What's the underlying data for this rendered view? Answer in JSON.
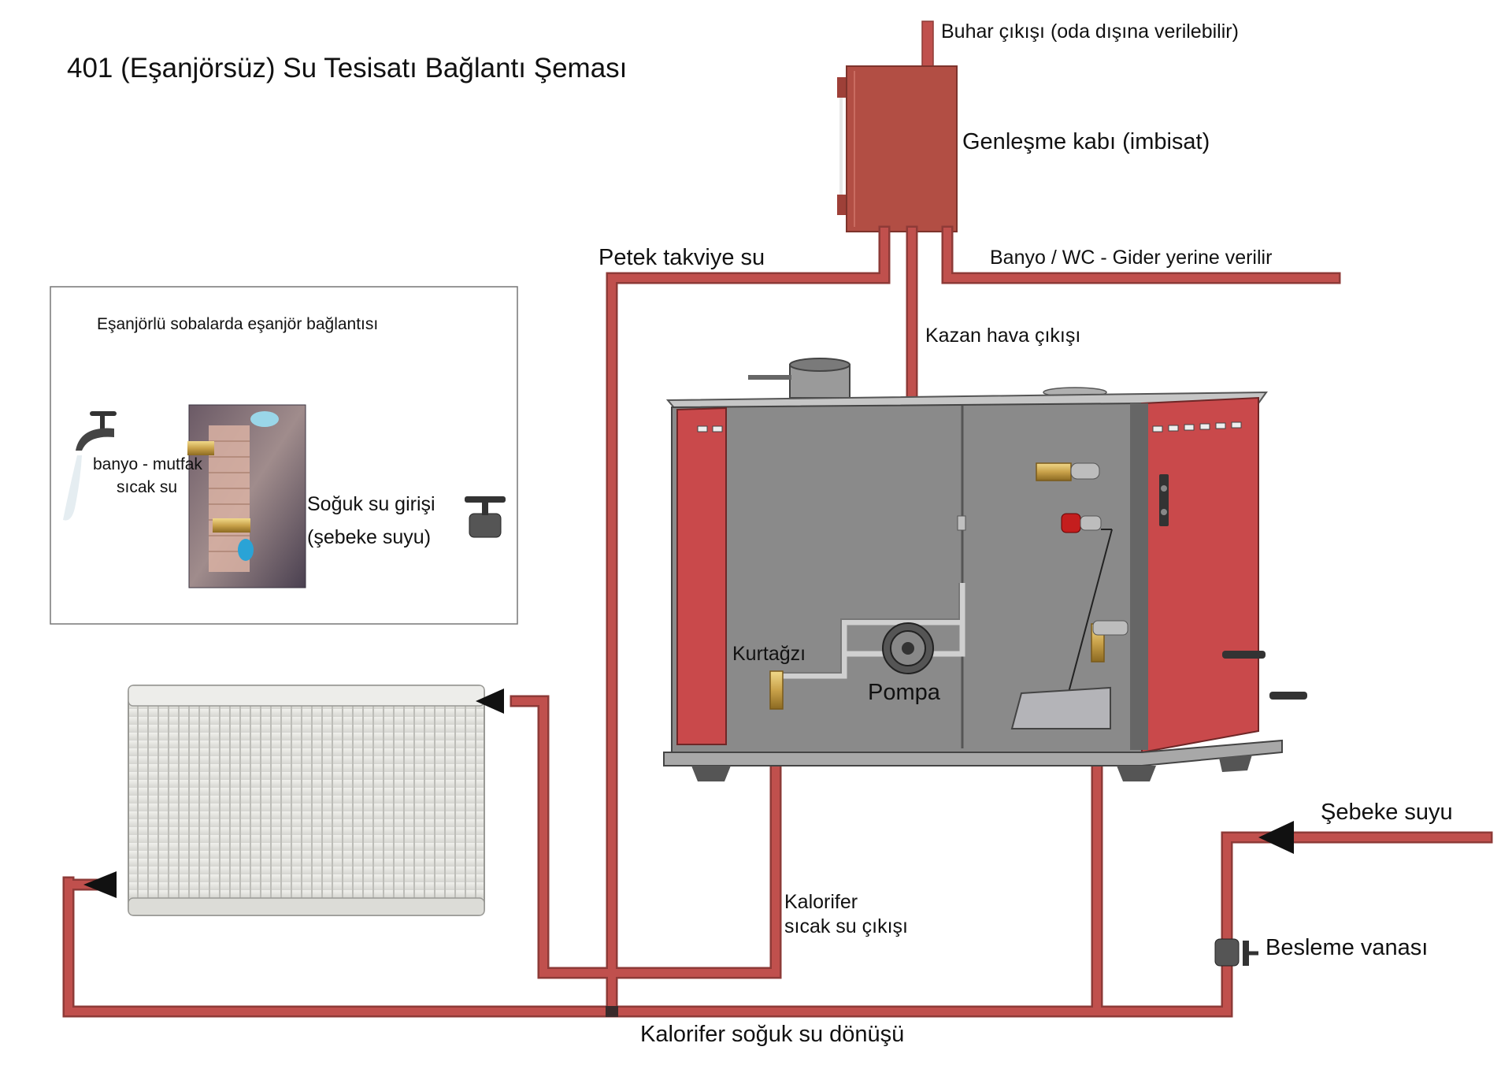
{
  "title": "401 (Eşanjörsüz) Su Tesisatı Bağlantı Şeması",
  "labels": {
    "steam_outlet": "Buhar çıkışı (oda dışına verilebilir)",
    "expansion_tank": "Genleşme kabı (imbisat)",
    "radiator_makeup": "Petek takviye su",
    "overflow": "Banyo / WC - Gider yerine verilir",
    "boiler_air": "Kazan hava çıkışı",
    "safety_valve": "Kurtağzı",
    "pump": "Pompa",
    "hot_out_line1": "Kalorifer",
    "hot_out_line2": "sıcak su çıkışı",
    "mains_water": "Şebeke suyu",
    "feed_valve": "Besleme vanası",
    "cold_return": "Kalorifer soğuk su dönüşü"
  },
  "inset": {
    "title": "Eşanjörlü sobalarda eşanjör bağlantısı",
    "hot_line1": "banyo - mutfak",
    "hot_line2": "sıcak su",
    "cold_line1": "Soğuk su girişi",
    "cold_line2": "(şebeke suyu)"
  },
  "colors": {
    "pipe": "#c0504d",
    "pipe_edge": "#8e3a37",
    "boiler_body": "#8a8a8a",
    "boiler_panel": "#c9494b",
    "tank": "#b24e44",
    "brass": "#c9a24a",
    "radiator": "#e6e6e2"
  }
}
